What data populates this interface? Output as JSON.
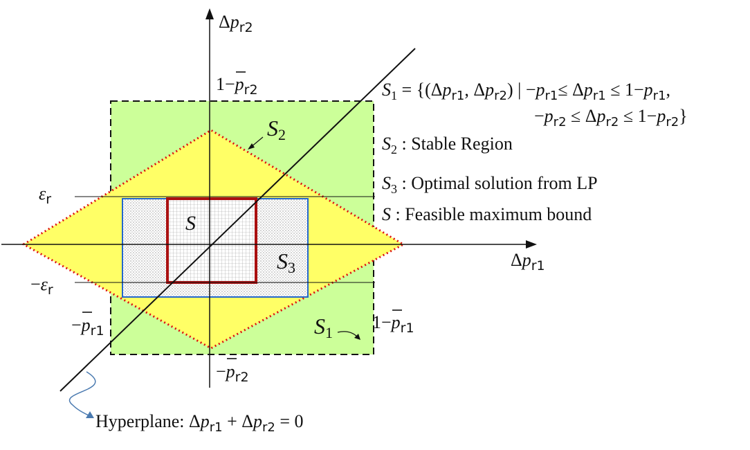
{
  "axes": {
    "x_symbol": "Δ",
    "x_var": "p",
    "x_sub": "r1",
    "y_symbol": "Δ",
    "y_var": "p",
    "y_sub": "r2"
  },
  "labels": {
    "one_minus": "1−",
    "minus": "−",
    "p": "p",
    "r1": "r1",
    "r2": "r2",
    "eps": "ε",
    "r": "r"
  },
  "regions": {
    "S": "S",
    "S1": "S",
    "S1_sub": "1",
    "S2": "S",
    "S2_sub": "2",
    "S3": "S",
    "S3_sub": "3"
  },
  "legend": {
    "line1_a": "S",
    "line1_a_sub": "1",
    "line1_b": " = {(Δ",
    "line1_c": "p",
    "line1_d": "r1",
    "line1_e": ", Δ",
    "line1_f": "p",
    "line1_g": "r2",
    "line1_h": ") | −",
    "line1_i": "p",
    "line1_j": "r1",
    "line1_k": "≤  Δ",
    "line1_l": "p",
    "line1_m": "r1",
    "line1_n": " ≤ 1−",
    "line1_o": "p",
    "line1_p": "r1",
    "line1_q": ",",
    "line2_a": "−",
    "line2_b": "p",
    "line2_c": "r2",
    "line2_d": " ≤  Δ",
    "line2_e": "p",
    "line2_f": "r2",
    "line2_g": " ≤ 1−",
    "line2_h": "p",
    "line2_i": "r2",
    "line2_j": "}",
    "s2_label": "S",
    "s2_sub": "2",
    "s2_text": " :  Stable Region",
    "s3_label": "S",
    "s3_sub": "3",
    "s3_text": " :  Optimal solution from LP",
    "s_label": "S",
    "s_text": "  :  Feasible  maximum bound"
  },
  "hyperplane": {
    "text": "Hyperplane: Δ",
    "p1": "p",
    "r1": "r1",
    "plus": " + Δ",
    "p2": "p",
    "r2": "r2",
    "eq": " = 0"
  },
  "colors": {
    "outer_fill": "#ccff99",
    "diamond_fill": "#ffff66",
    "diamond_stroke": "#dd1111",
    "rect_stroke": "#2266cc",
    "inner_stroke": "#aa1111"
  }
}
